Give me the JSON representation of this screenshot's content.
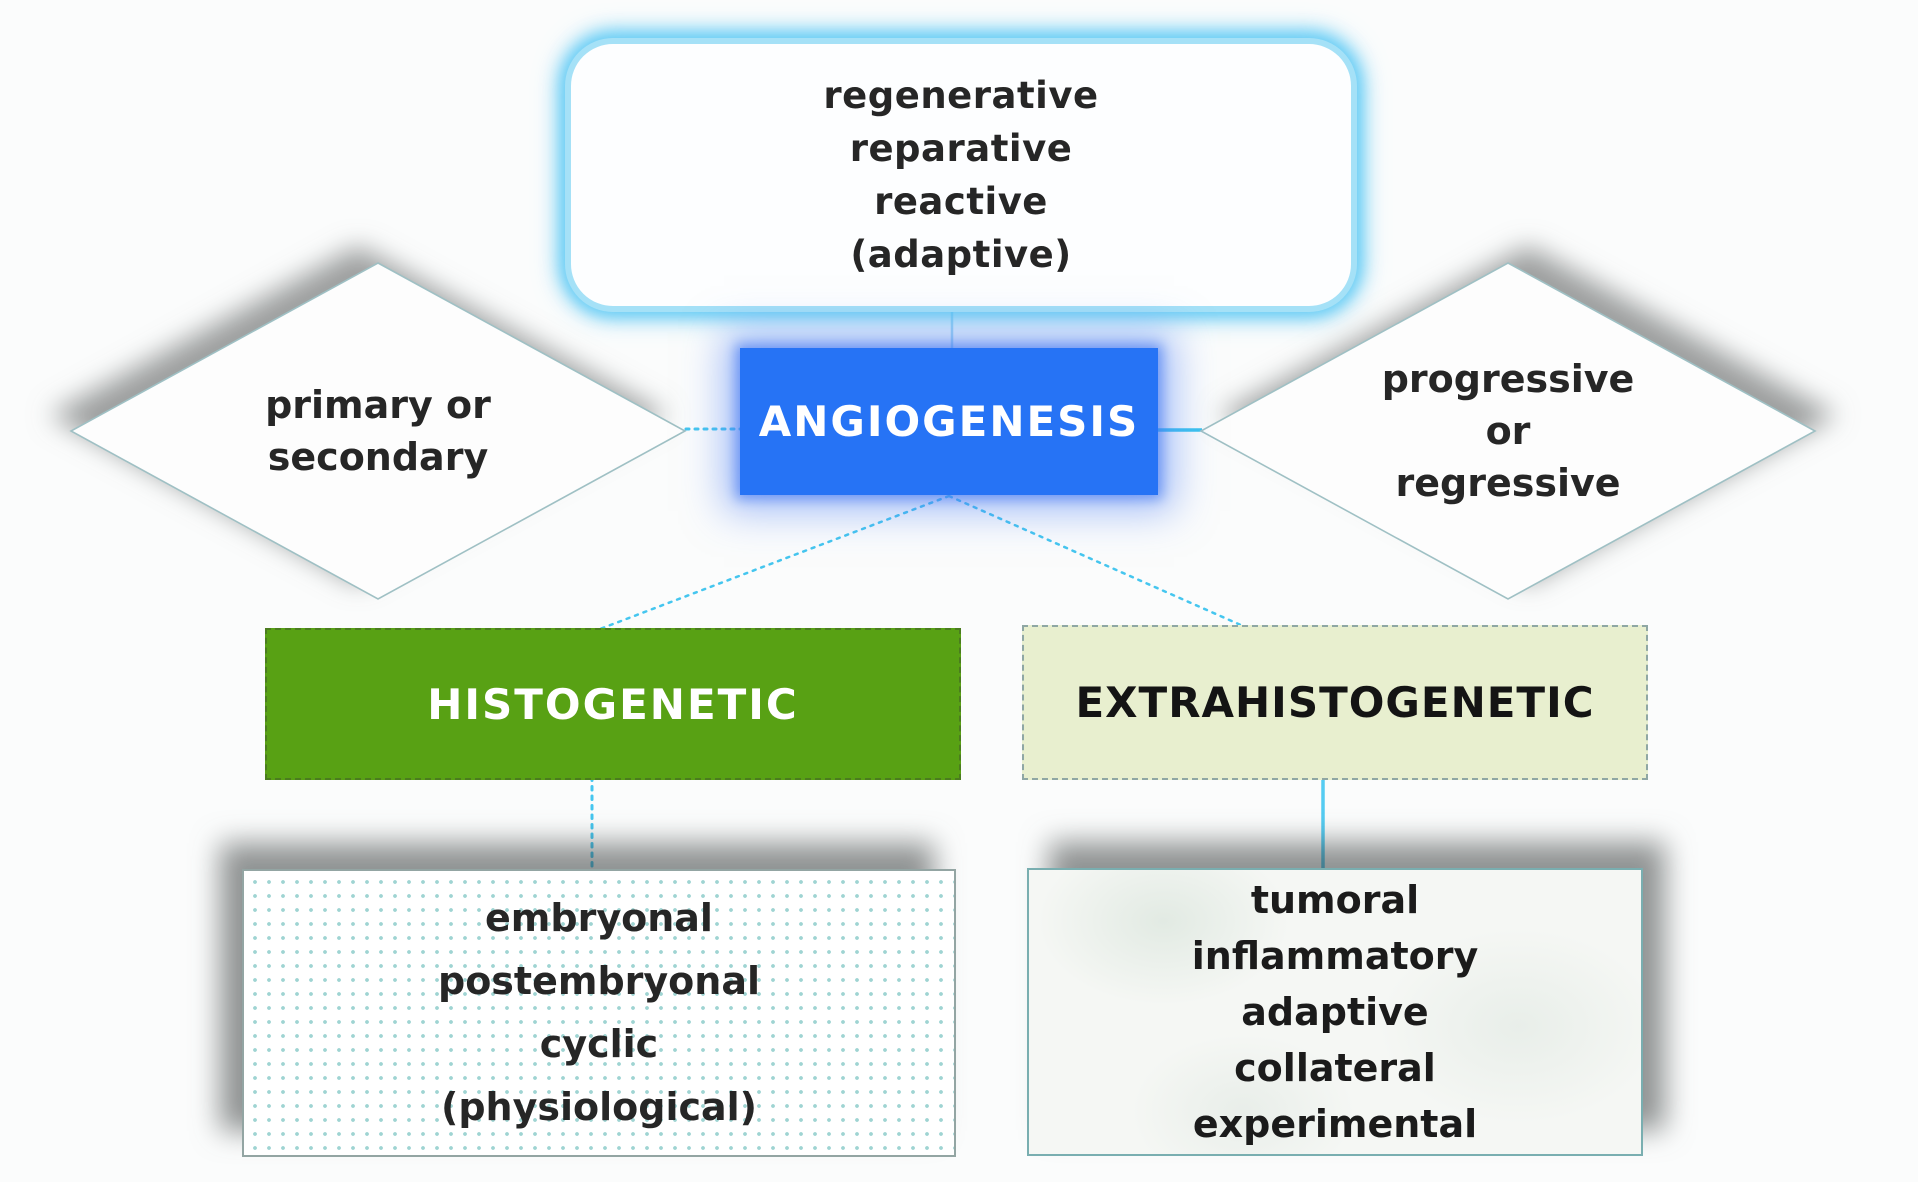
{
  "diagram": {
    "title_node": {
      "label": "ANGIOGENESIS"
    },
    "top_box": {
      "lines": [
        "regenerative",
        "reparative",
        "reactive",
        "(adaptive)"
      ]
    },
    "left_diamond": {
      "lines": [
        "primary or",
        "secondary"
      ]
    },
    "right_diamond": {
      "lines": [
        "progressive",
        "or",
        "regressive"
      ]
    },
    "histogenetic": {
      "label": "HISTOGENETIC"
    },
    "extrahistogenetic": {
      "label": "EXTRAHISTOGENETIC"
    },
    "histogenetic_types": {
      "lines": [
        "embryonal",
        "postembryonal",
        "cyclic",
        "(physiological)"
      ]
    },
    "extrahistogenetic_types": {
      "lines": [
        "tumoral",
        "inflammatory",
        "adaptive",
        "collateral",
        "experimental"
      ]
    }
  },
  "colors": {
    "angiogenesis_blue": "#2673f5",
    "blue_glow": "#5082f5",
    "histogenetic_green": "#58a114",
    "extrahistogenetic_pale_green": "#e8efcf",
    "top_box_border_cyan": "#a5e1f7",
    "connector_cyan": "#45c6ef",
    "diamond_outline_teal": "#9fc0c4",
    "dot_pattern_teal": "#9fd4d2",
    "shadow_gray": "#3c3c3c",
    "text_dark": "#262626"
  }
}
